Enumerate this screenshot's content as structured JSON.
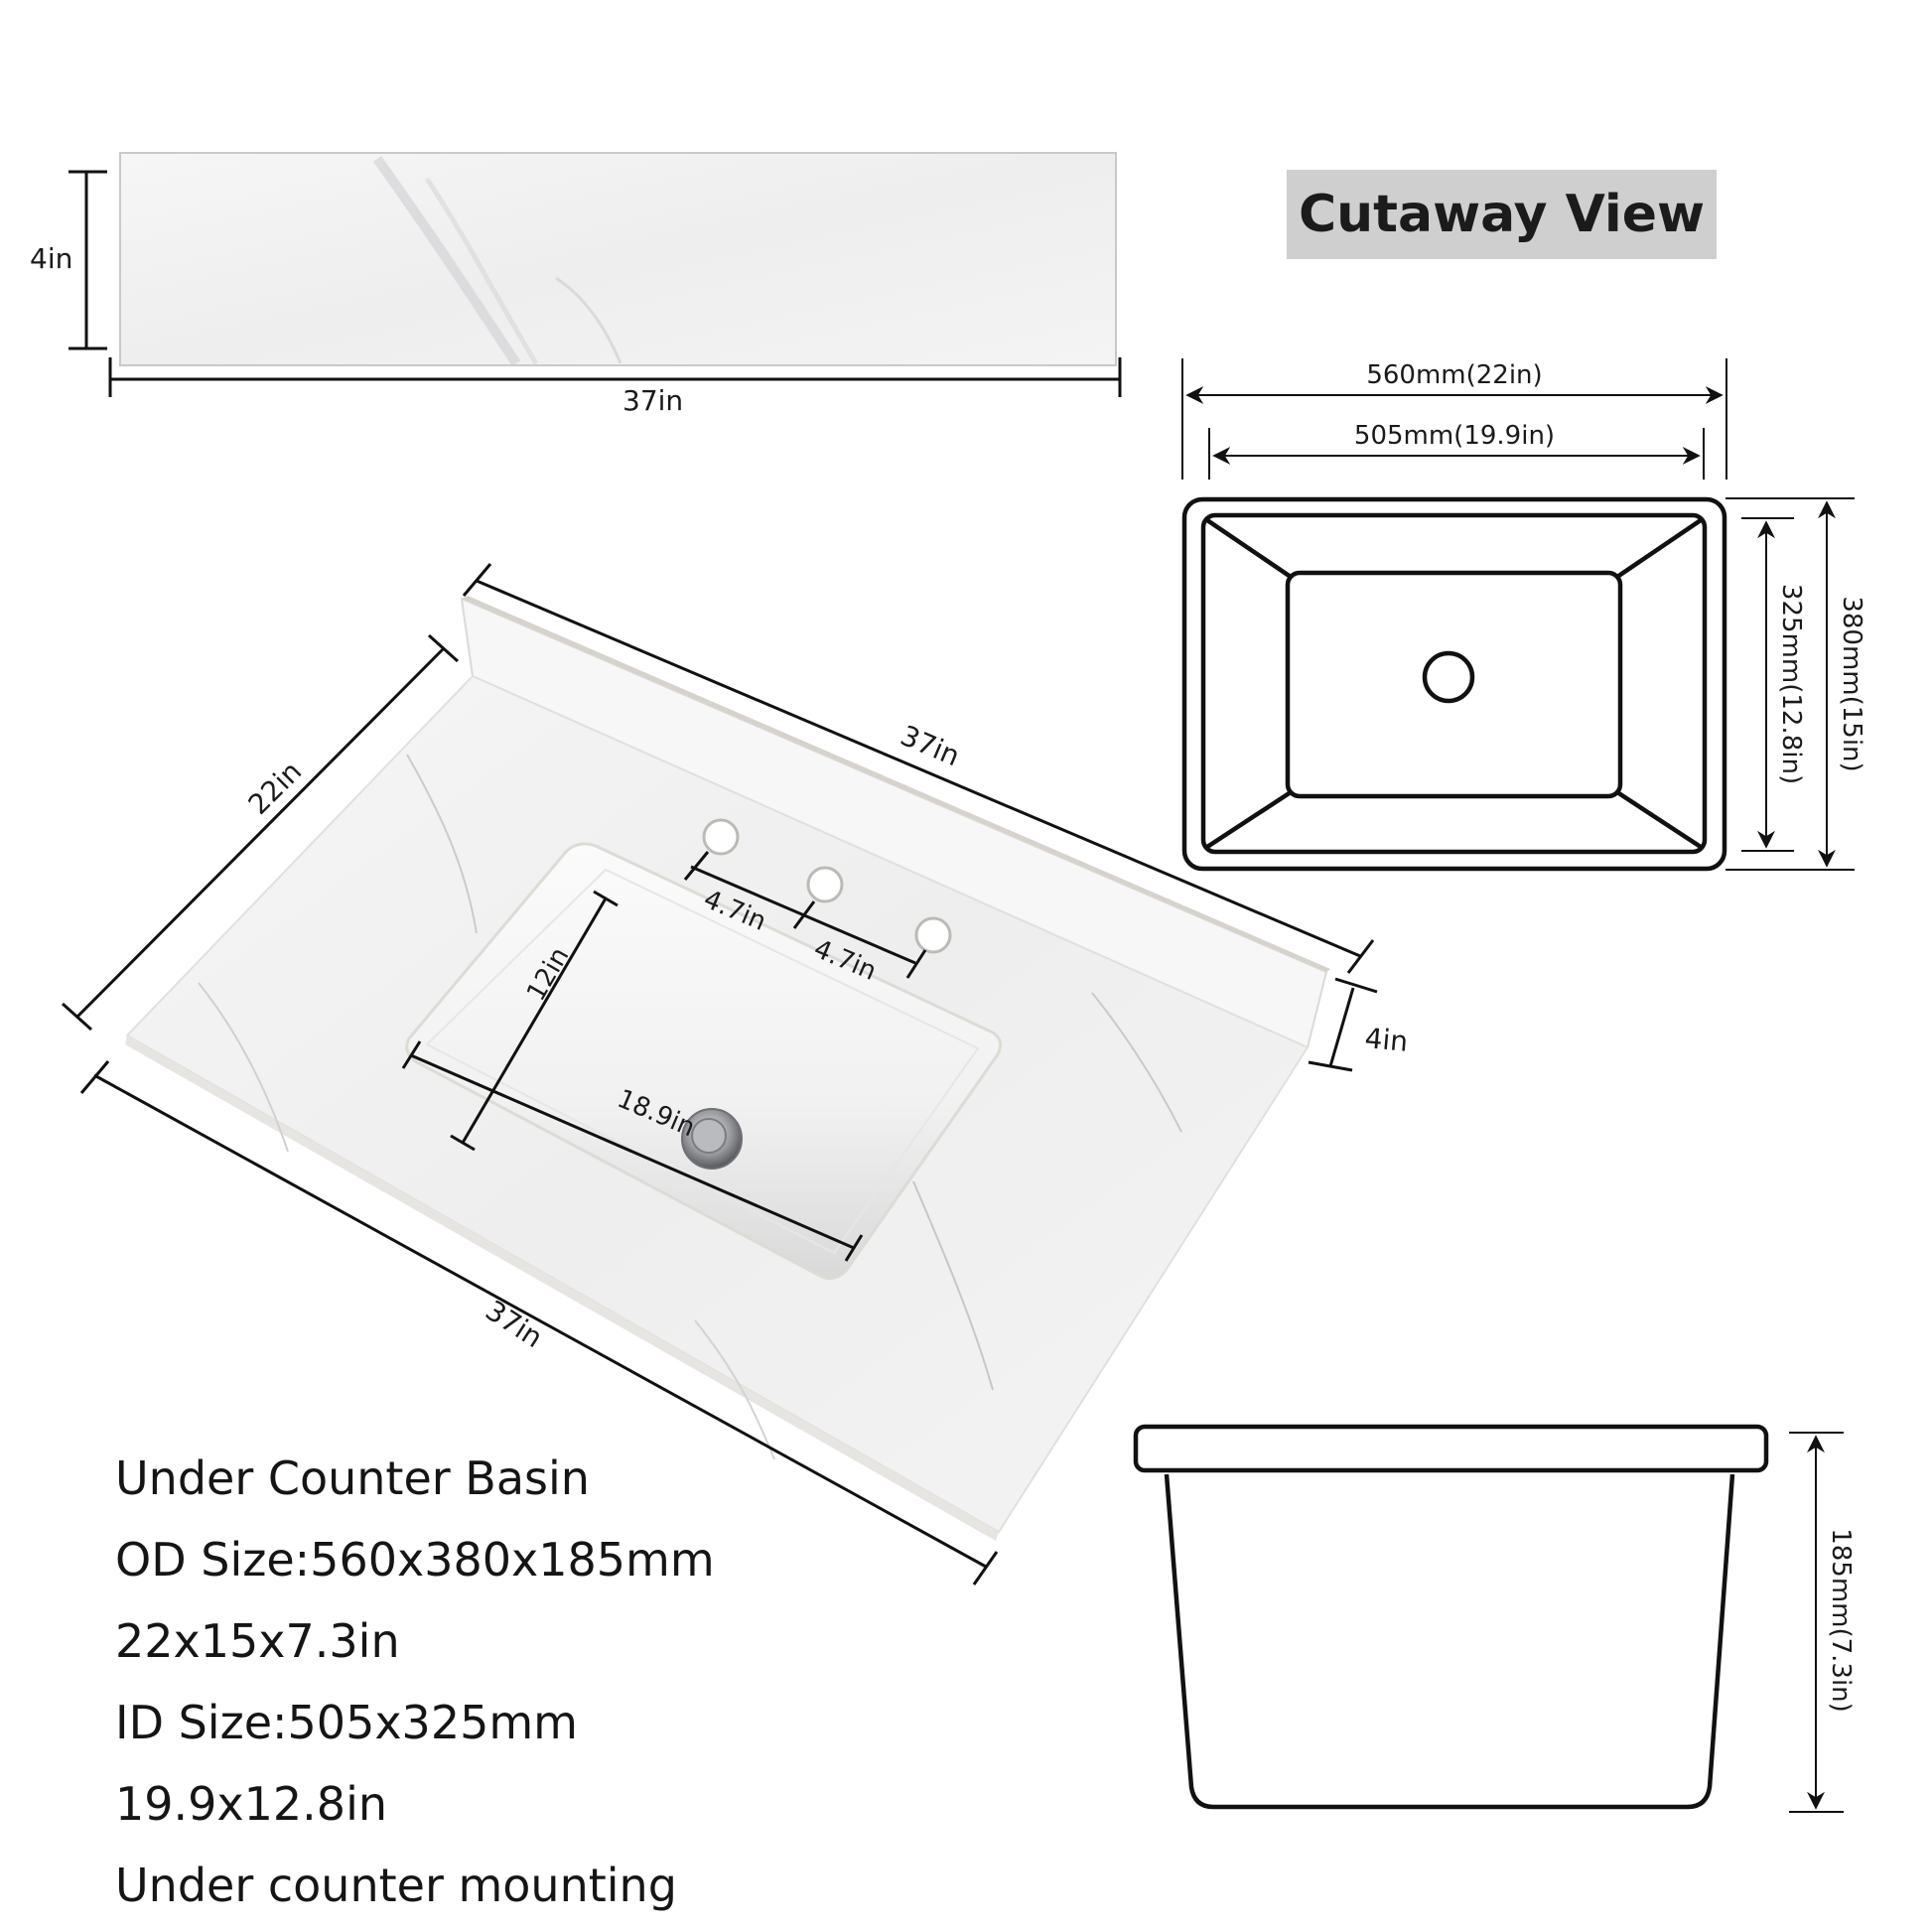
{
  "backsplash_view": {
    "height_label": "4in",
    "width_label": "37in"
  },
  "countertop_view": {
    "back_length_label": "37in",
    "depth_label": "22in",
    "front_length_label": "37in",
    "backsplash_height_label": "4in",
    "faucet_spacing_left_label": "4.7in",
    "faucet_spacing_right_label": "4.7in",
    "sink_depth_label": "12in",
    "sink_length_label": "18.9in",
    "faucet_holes": 3
  },
  "cutaway": {
    "title": "Cutaway View",
    "outer_width_label": "560mm(22in)",
    "inner_width_label": "505mm(19.9in)",
    "outer_depth_label": "380mm(15in)",
    "inner_depth_label": "325mm(12.8in)",
    "height_label": "185mm(7.3in)"
  },
  "specs": {
    "lines": [
      "Under Counter Basin",
      "OD Size:560x380x185mm",
      "22x15x7.3in",
      "ID Size:505x325mm",
      "19.9x12.8in",
      "Under counter mounting"
    ]
  },
  "colors": {
    "marble": "#f1f1f1",
    "marble_vein": "#c9c9cc",
    "edge": "#d9d6d2",
    "badge_bg": "#cfcfcf",
    "line": "#111111"
  }
}
